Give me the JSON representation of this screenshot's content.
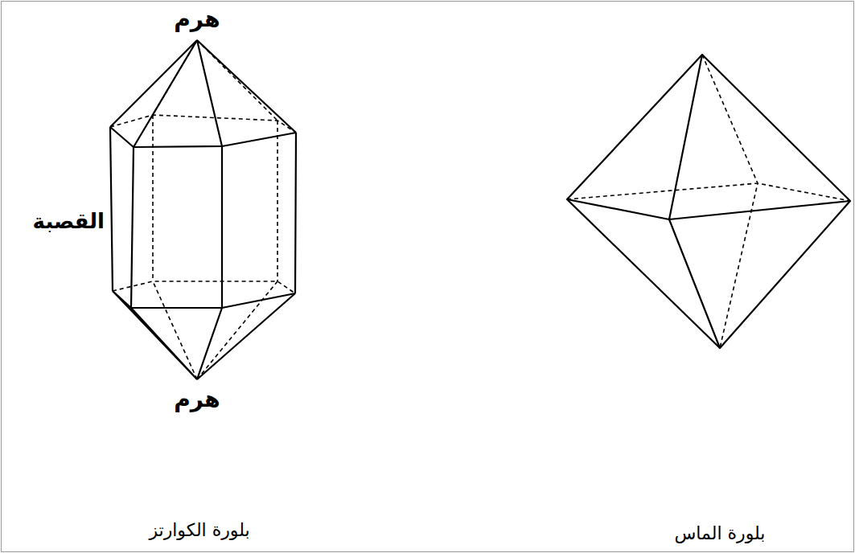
{
  "diagram": {
    "labels": [
      "هرم",
      "القصبة",
      "هرم",
      "بلورة الكوارتز",
      "بلورة الماس"
    ]
  }
}
